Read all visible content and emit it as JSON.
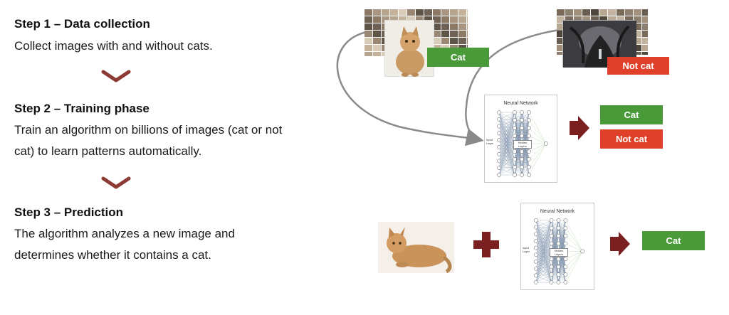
{
  "steps": [
    {
      "title": "Step 1 – Data collection",
      "lines": [
        "Collect images with and without cats."
      ]
    },
    {
      "title": "Step 2 – Training phase",
      "lines": [
        "Train an algorithm on billions of images (cat or not",
        "cat) to learn patterns automatically."
      ]
    },
    {
      "title": "Step 3 – Prediction",
      "lines": [
        "The algorithm analyzes a new image and",
        "determines whether it contains a cat."
      ]
    }
  ],
  "labels": {
    "cat": "Cat",
    "not_cat": "Not cat",
    "output_cat": "Cat",
    "output_not_cat": "Not cat",
    "prediction": "Cat"
  },
  "neural_network": {
    "title": "Neural Network",
    "hidden_label": "Hidden Layers",
    "input_label": "Input Layer"
  },
  "colors": {
    "green": "#4a9a3a",
    "red": "#e0402a",
    "dark_red": "#7a2020",
    "chevron": "#8b3a34"
  },
  "icons": [
    "chevron-down-icon",
    "arrow-right-icon",
    "plus-icon"
  ]
}
